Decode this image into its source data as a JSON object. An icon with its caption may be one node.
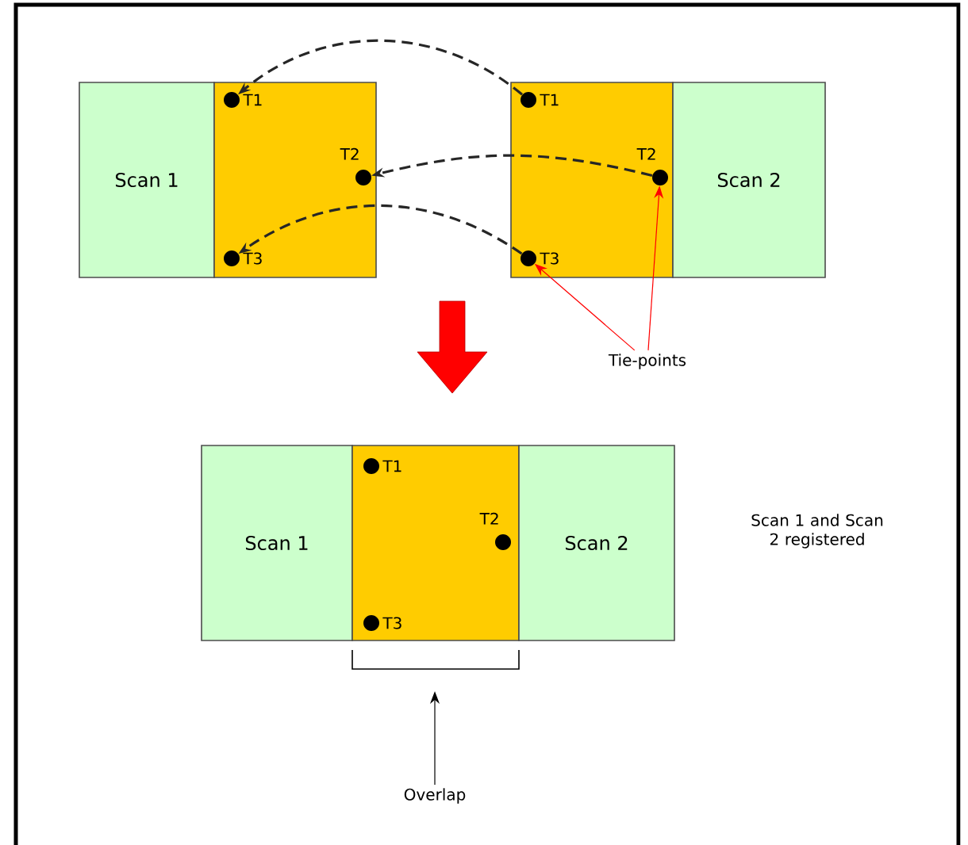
{
  "diagram": {
    "nodes": [
      {
        "text": [
          "Scan 1"
        ]
      },
      {
        "text": [],
        "shape": "box"
      },
      {
        "text": [
          "T1"
        ],
        "in": 1
      },
      {
        "text": [
          "T2"
        ],
        "in": 1
      },
      {
        "text": [
          "T3"
        ],
        "in": 1
      },
      {
        "text": [],
        "shape": "box"
      },
      {
        "text": [
          "T1"
        ],
        "in": 5
      },
      {
        "text": [
          "T2"
        ],
        "in": 5
      },
      {
        "text": [
          "T3"
        ],
        "in": 5
      },
      {
        "text": [
          "Scan 2"
        ]
      },
      {
        "text": [
          "Tie-points"
        ]
      },
      {
        "text": [
          "Scan 1"
        ]
      },
      {
        "text": [],
        "shape": "box"
      },
      {
        "text": [
          "T1"
        ],
        "in": 12
      },
      {
        "text": [
          "T2"
        ],
        "in": 12
      },
      {
        "text": [
          "T3"
        ],
        "in": 12
      },
      {
        "text": [
          "Scan 2"
        ]
      },
      {
        "text": [
          "Overlap"
        ]
      }
    ],
    "edges": [
      {
        "from": 6,
        "to": 2,
        "arrow": "to",
        "style": "dashed"
      },
      {
        "from": 7,
        "to": 3,
        "arrow": "to",
        "style": "dashed"
      },
      {
        "from": 8,
        "to": 4,
        "arrow": "to",
        "style": "dashed"
      },
      {
        "from": 10,
        "to": 8,
        "arrow": "to",
        "color": "#ff0000"
      },
      {
        "from": 10,
        "to": 7,
        "arrow": "to",
        "color": "#ff0000"
      },
      {
        "from": 17,
        "to": null,
        "arrow": "to"
      }
    ],
    "labels": [
      "Scan 1 and Scan 2 registered"
    ]
  }
}
